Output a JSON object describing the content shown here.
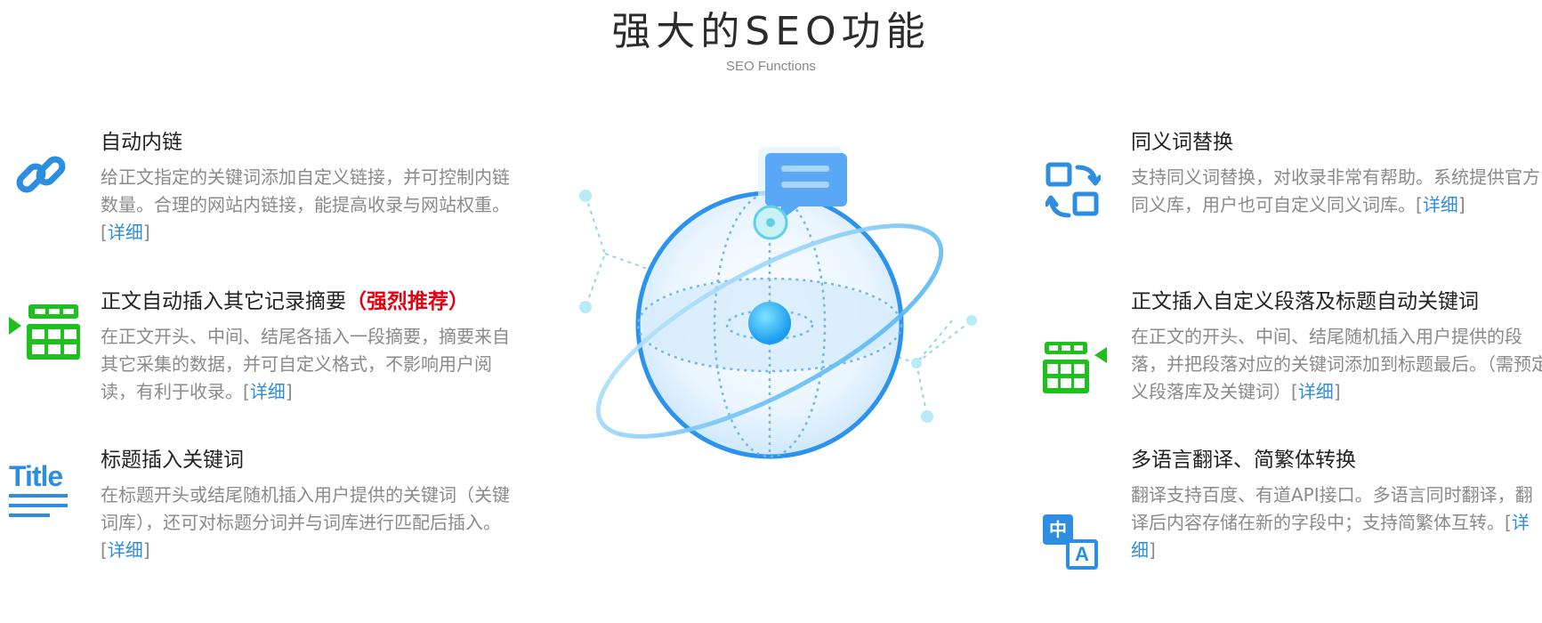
{
  "header": {
    "title": "强大的SEO功能",
    "subtitle": "SEO Functions"
  },
  "link_label": "详细",
  "features": {
    "auto_internal_link": {
      "title": "自动内链",
      "desc": "给正文指定的关键词添加自定义链接，并可控制内链数量。合理的网站内链接，能提高收录与网站权重。"
    },
    "insert_summary": {
      "title": "正文自动插入其它记录摘要",
      "badge": "（强烈推荐）",
      "desc": "在正文开头、中间、结尾各插入一段摘要，摘要来自其它采集的数据，并可自定义格式，不影响用户阅读，有利于收录。"
    },
    "title_keywords": {
      "title": "标题插入关键词",
      "icon_text": "Title",
      "desc": "在标题开头或结尾随机插入用户提供的关键词（关键词库），还可对标题分词并与词库进行匹配后插入。"
    },
    "synonym_replace": {
      "title": "同义词替换",
      "desc": "支持同义词替换，对收录非常有帮助。系统提供官方同义库，用户也可自定义同义词库。"
    },
    "insert_paragraph": {
      "title": "正文插入自定义段落及标题自动关键词",
      "desc": "在正文的开头、中间、结尾随机插入用户提供的段落，并把段落对应的关键词添加到标题最后。（需预定义段落库及关键词）"
    },
    "translate": {
      "title": "多语言翻译、简繁体转换",
      "icon_zh": "中",
      "icon_en": "A",
      "desc": "翻译支持百度、有道API接口。多语言同时翻译，翻译后内容存储在新的字段中；支持简繁体互转。"
    }
  },
  "icons": {
    "auto_internal_link": "chain-link-icon",
    "insert_summary": "insert-grid-left-icon",
    "title_keywords": "title-text-icon",
    "synonym_replace": "swap-squares-icon",
    "insert_paragraph": "insert-grid-right-icon",
    "translate": "translate-zh-a-icon",
    "illustration": "globe-illustration"
  },
  "colors": {
    "accent_blue": "#2d8de0",
    "accent_green": "#1ec01e",
    "recommend_red": "#e60012",
    "text_gray": "#8a8a8a"
  }
}
